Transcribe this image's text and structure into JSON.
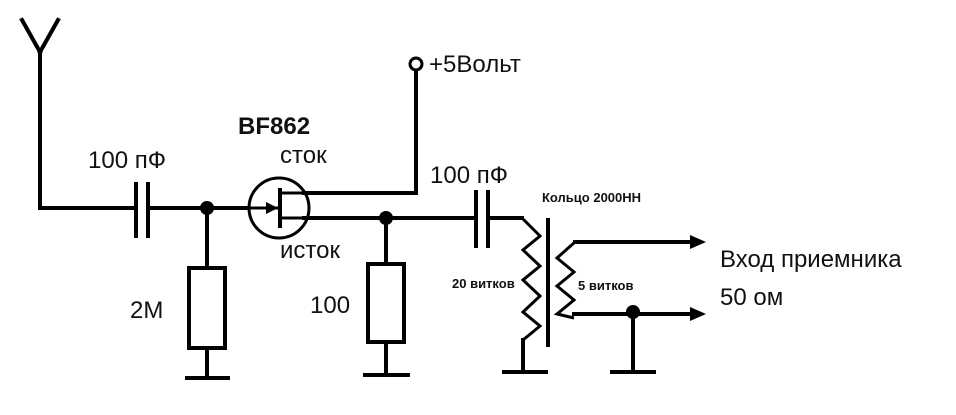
{
  "labels": {
    "supply": "+5Вольт",
    "transistor": "BF862",
    "drain": "сток",
    "source": "исток",
    "c_input": "100 пФ",
    "c_output": "100 пФ",
    "r_gate": "2М",
    "r_source": "100",
    "core": "Кольцо 2000НН",
    "primary_turns": "20 витков",
    "secondary_turns": "5 витков",
    "output_line1": "Вход приемника",
    "output_line2": "50 ом"
  }
}
